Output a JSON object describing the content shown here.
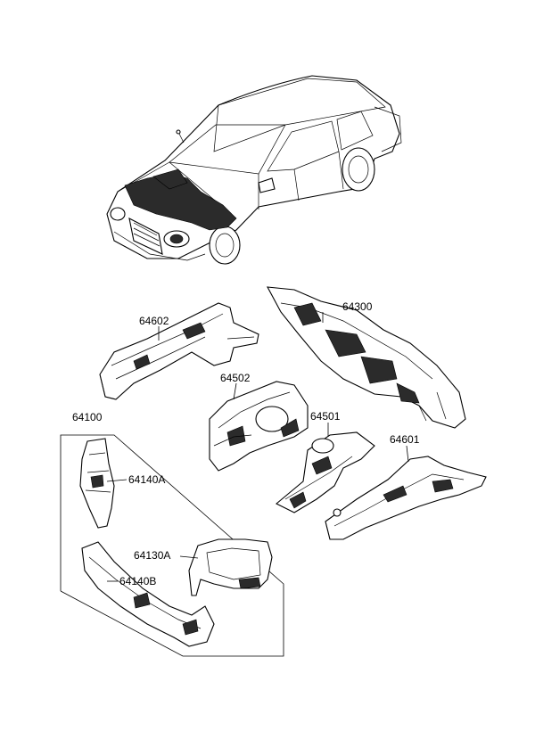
{
  "labels": {
    "p64602": "64602",
    "p64300": "64300",
    "p64502": "64502",
    "p64100": "64100",
    "p64501": "64501",
    "p64601": "64601",
    "p64140A": "64140A",
    "p64130A": "64130A",
    "p64140B": "64140B"
  },
  "colors": {
    "line": "#000000",
    "background": "#ffffff",
    "shading": "#2b2b2b"
  }
}
